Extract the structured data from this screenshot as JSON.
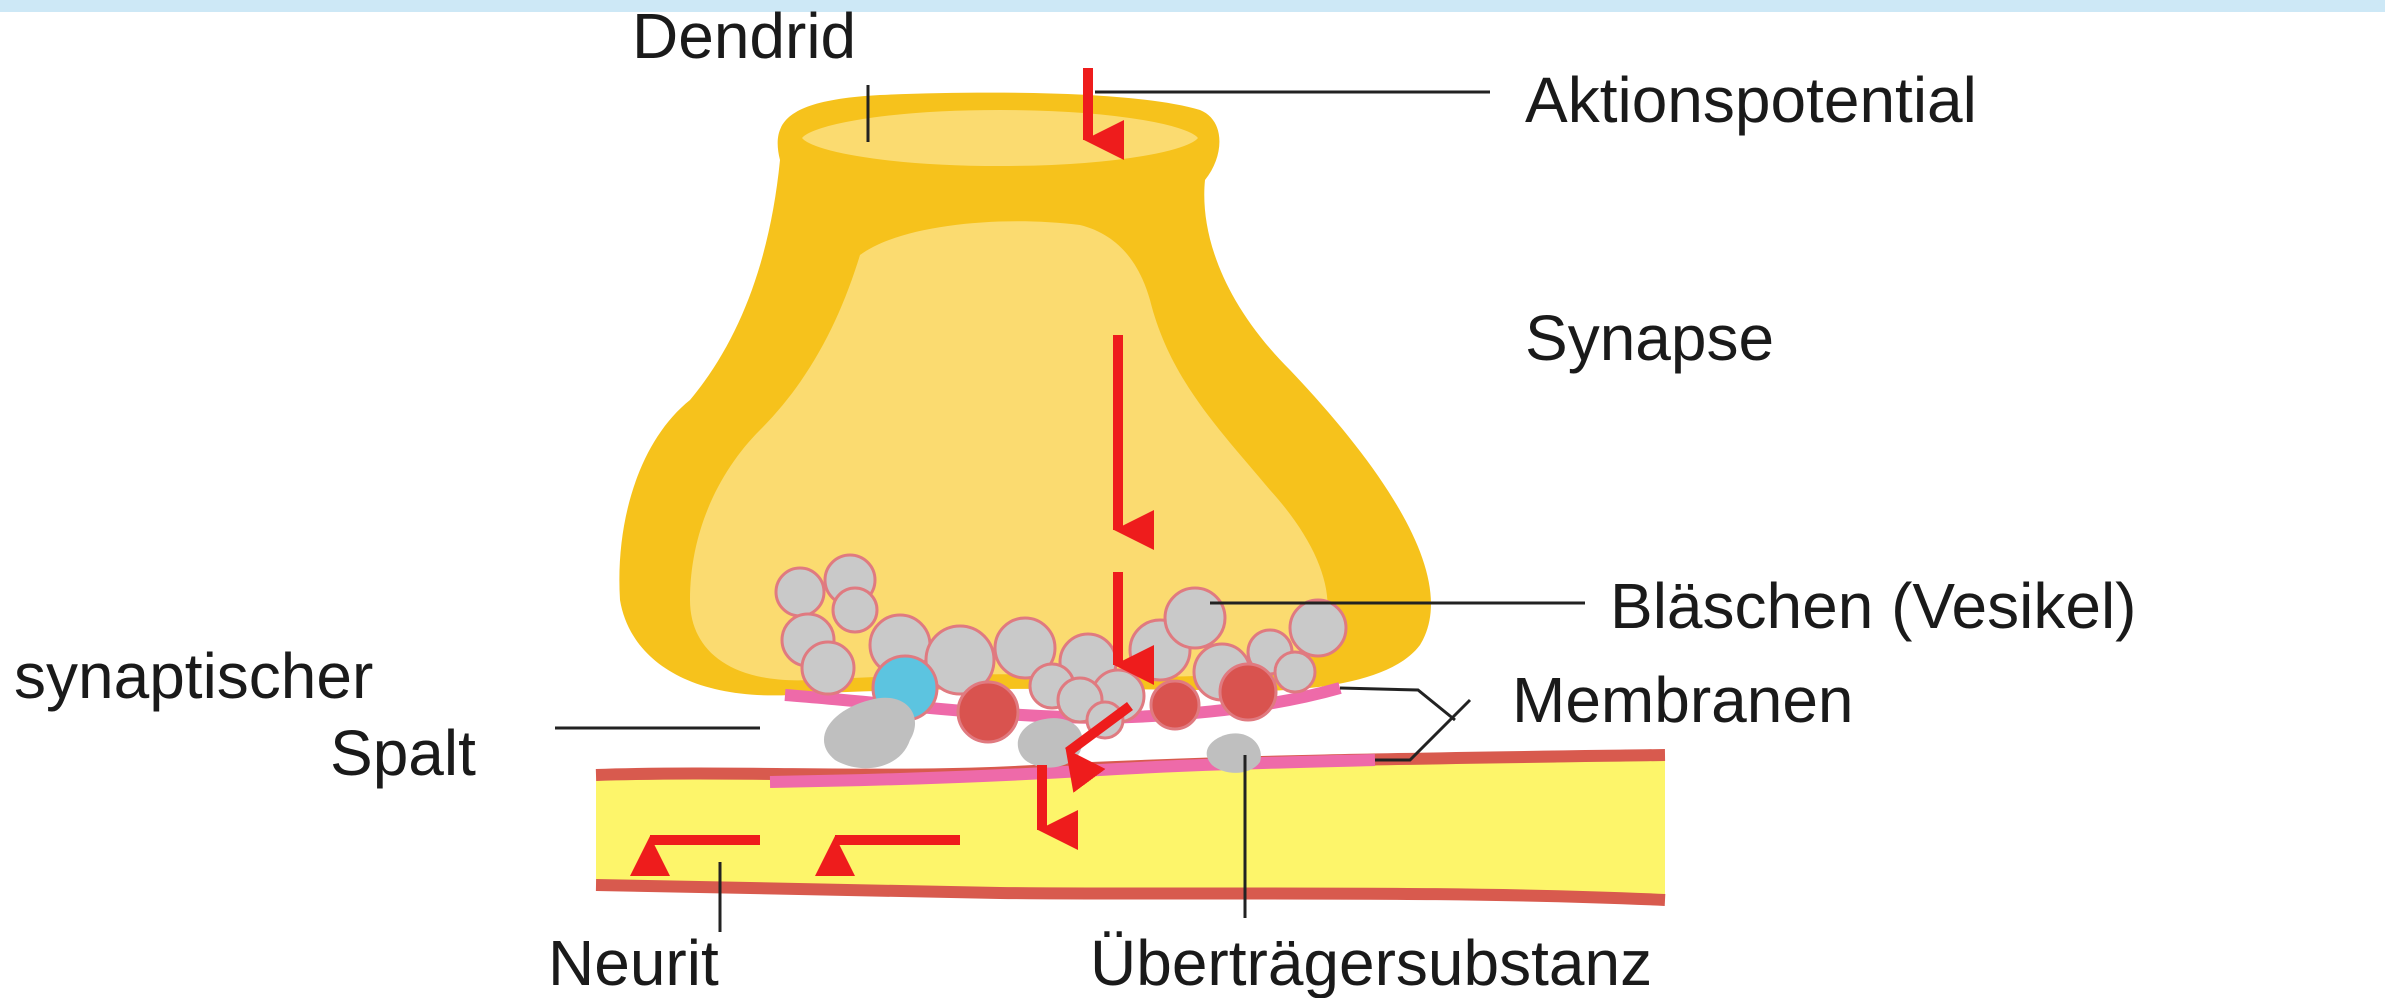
{
  "labels": {
    "dendrid": "Dendrid",
    "aktionspotential": "Aktionspotential",
    "synapse": "Synapse",
    "blaeschen": "Bläschen (Vesikel)",
    "spalt_line1": "synaptischer",
    "spalt_line2": "Spalt",
    "membranen": "Membranen",
    "neurit": "Neurit",
    "uebertraeger": "Überträgersubstanz"
  },
  "colors": {
    "bulb_outer": "#f6c21c",
    "bulb_inner": "#fbdb70",
    "neurit_fill": "#fdf56a",
    "neurit_edge": "#d85a4e",
    "membrane": "#ee6aa9",
    "vesicle": "#c9c9c9",
    "vesicle_edge": "#e07a80",
    "vesicle_red": "#d9534f",
    "vesicle_blue": "#5cc4e0",
    "arrow": "#ee1c1c",
    "leader": "#222222",
    "frame_top": "#cde8f6"
  }
}
